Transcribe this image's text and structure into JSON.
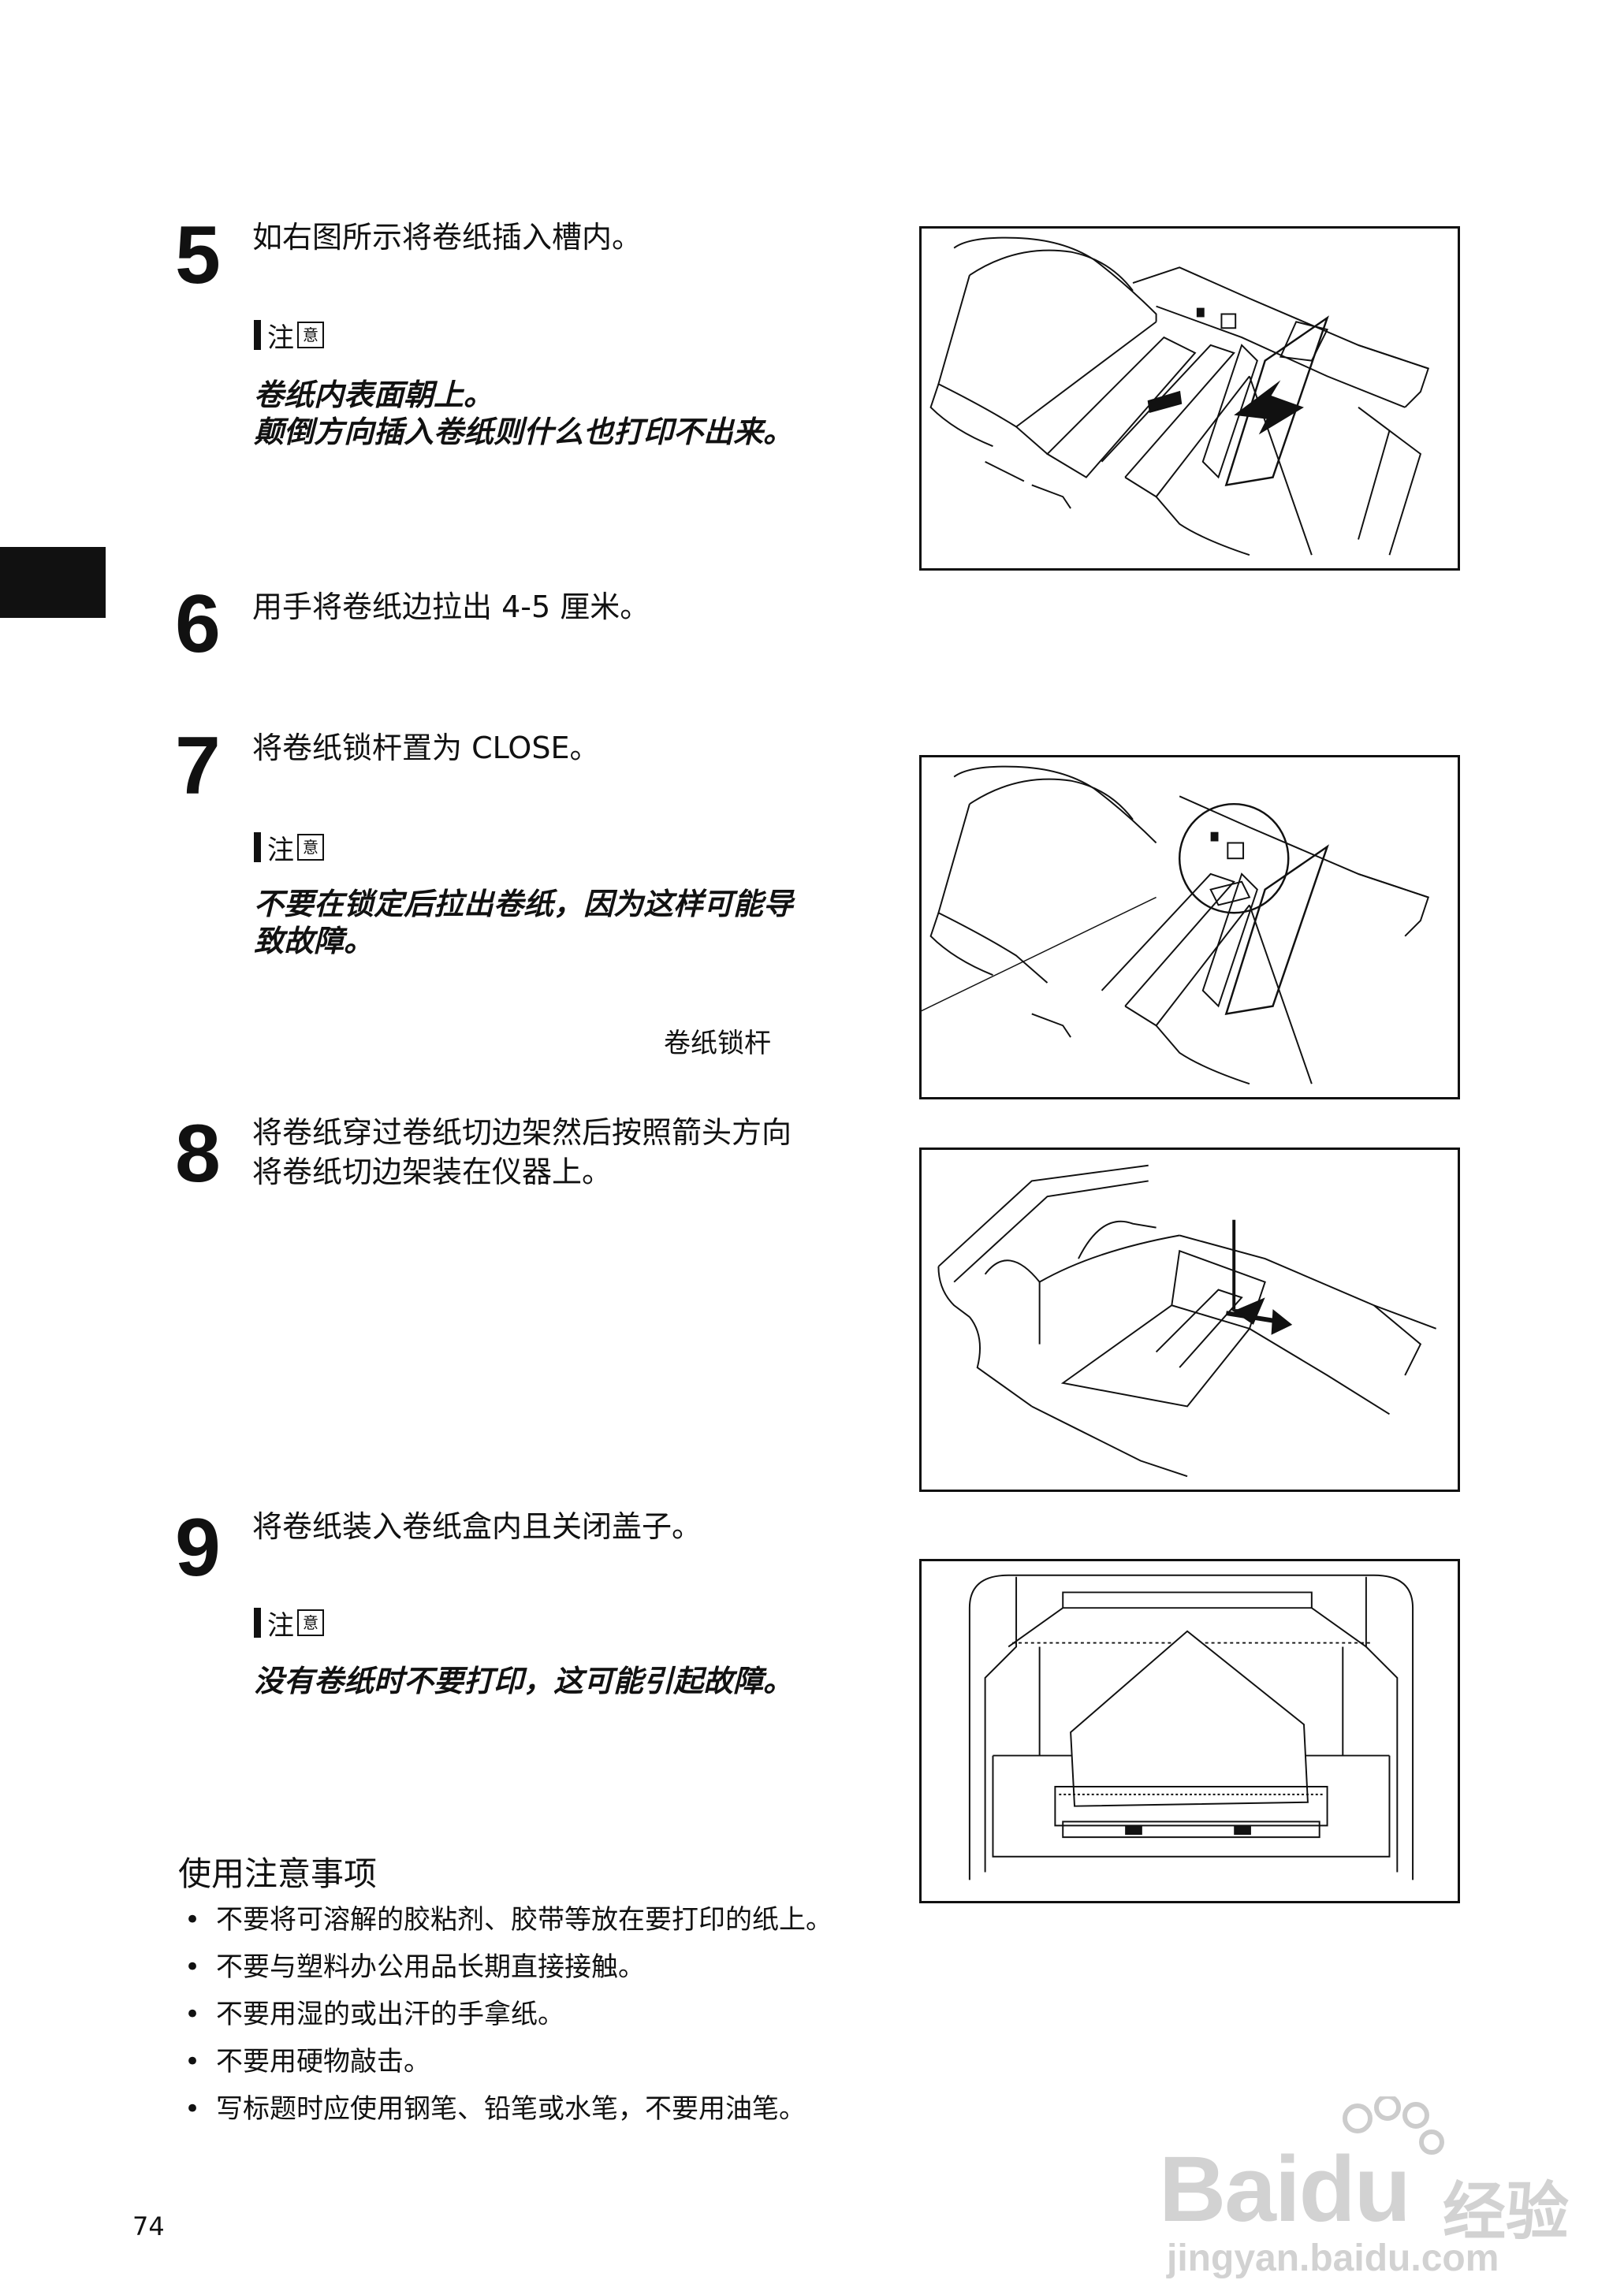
{
  "steps": [
    {
      "number": "5",
      "text": "如右图所示将卷纸插入槽内。",
      "note": [
        "卷纸内表面朝上。",
        "颠倒方向插入卷纸则什么也打印不出来。"
      ]
    },
    {
      "number": "6",
      "text": "用手将卷纸边拉出 4-5 厘米。"
    },
    {
      "number": "7",
      "text": "将卷纸锁杆置为 CLOSE。",
      "note": [
        "不要在锁定后拉出卷纸，因为这样可能导",
        "致故障。"
      ],
      "callout": "卷纸锁杆"
    },
    {
      "number": "8",
      "text": [
        "将卷纸穿过卷纸切边架然后按照箭头方向",
        "将卷纸切边架装在仪器上。"
      ]
    },
    {
      "number": "9",
      "text": "将卷纸装入卷纸盒内且关闭盖子。",
      "note": [
        "没有卷纸时不要打印，这可能引起故障。"
      ]
    }
  ],
  "note_label": "注",
  "note_stamp": "意",
  "precautions": {
    "heading": "使用注意事项",
    "items": [
      "不要将可溶解的胶粘剂、胶带等放在要打印的纸上。",
      "不要与塑料办公用品长期直接接触。",
      "不要用湿的或出汗的手拿纸。",
      "不要用硬物敲击。",
      "写标题时应使用钢笔、铅笔或水笔，不要用油笔。"
    ]
  },
  "page_number": "74",
  "watermark": {
    "brand": "Bai",
    "brand_tail": "du",
    "brand_cn": "经验",
    "url": "jingyan.baidu.com"
  }
}
